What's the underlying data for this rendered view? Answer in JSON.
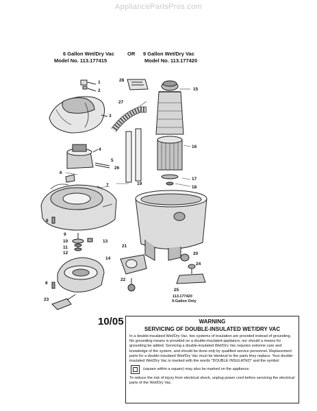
{
  "watermark": "AppliancePartsPros.com",
  "header": {
    "left_line1": "6 Gallon Wet/Dry Vac",
    "or": "OR",
    "right_line1": "9 Gallon Wet/Dry Vac",
    "left_line2": "Model No. 113.177415",
    "right_line2": "Model No. 113.177420"
  },
  "parts": [
    "1",
    "2",
    "3",
    "4",
    "5",
    "6",
    "7",
    "8",
    "9",
    "10",
    "11",
    "12",
    "13",
    "14",
    "8",
    "23",
    "15",
    "16",
    "17",
    "18",
    "19",
    "20",
    "21",
    "22",
    "24",
    "25",
    "26",
    "27",
    "28"
  ],
  "caption": {
    "line1": "113.177420",
    "line2": "9-Gallon Only"
  },
  "date": "10/05",
  "warning": {
    "title": "WARNING",
    "subtitle": "SERVICING OF DOUBLE-INSULATED WET/DRY VAC",
    "para1": "In a double-insulated Wet/Dry Vac, two systems of insulation are provided instead of grounding. No grounding means is provided on a double-insulated appliance, nor should a means for grounding be added. Servicing a double-insulated Wet/Dry Vac requires extreme care and knowledge of the system, and should be done only by qualified service personnel. Replacement parts for a double-insulated Wet/Dry Vac must be identical to the parts they replace. Your double-insulated Wet/Dry Vac is marked with the words \"DOUBLE INSULATED\" and the symbol",
    "symbol_note": "(square within a square) may also be marked on the appliance.",
    "para2": "To reduce the risk of injury from electrical shock, unplug power cord before servicing the electrical parts of the Wet/Dry Vac."
  }
}
